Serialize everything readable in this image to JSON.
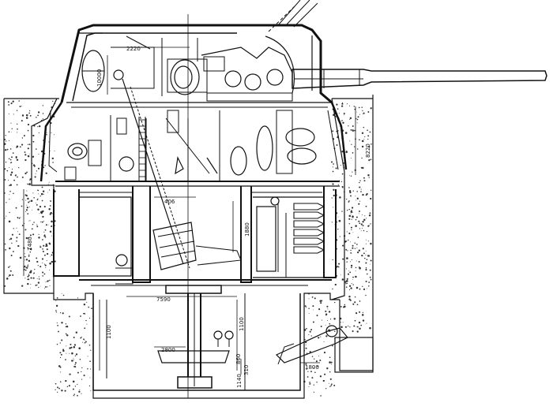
{
  "dimensions": {
    "d2220": "2220",
    "d10000": "10000",
    "d8220": "8220",
    "d1480": "1480",
    "d406": "406",
    "d1880": "1880",
    "d7590": "7590",
    "d2800": "2800",
    "d1100a": "1100",
    "d1100b": "1100",
    "d860": "860",
    "d310": "310",
    "d1140": "1140",
    "d1800": "1800"
  },
  "colors": {
    "ink": "#111111",
    "paper": "#ffffff",
    "concrete_dot": "#333333"
  }
}
